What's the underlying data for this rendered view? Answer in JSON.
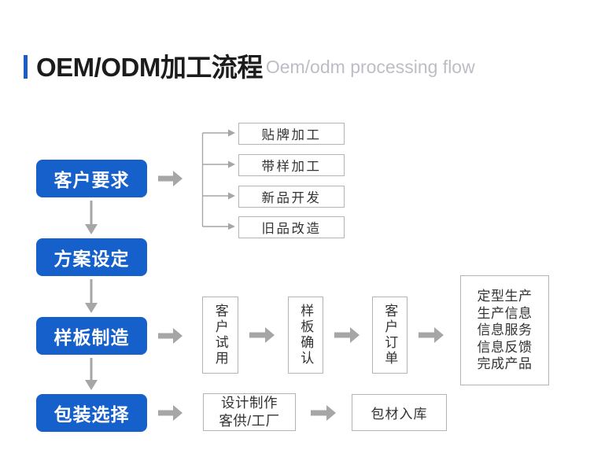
{
  "header": {
    "accent_color": "#1a5cc8",
    "title_cn": "OEM/ODM加工流程",
    "title_en": "Oem/odm processing flow"
  },
  "theme": {
    "blue": "#1560cb",
    "arrow_gray": "#a6a6a6",
    "box_border": "#b4b4b4",
    "text_dark": "#333333",
    "subtitle_gray": "#bdbdc6"
  },
  "flow": {
    "stages": [
      {
        "label": "客户要求"
      },
      {
        "label": "方案设定"
      },
      {
        "label": "样板制造"
      },
      {
        "label": "包装选择"
      }
    ],
    "branch_options": [
      {
        "label": "贴牌加工"
      },
      {
        "label": "带样加工"
      },
      {
        "label": "新品开发"
      },
      {
        "label": "旧品改造"
      }
    ],
    "sample_steps": [
      {
        "label": "客户试用"
      },
      {
        "label": "样板确认"
      },
      {
        "label": "客户订单"
      }
    ],
    "production_panel": {
      "lines": [
        "定型生产",
        "生产信息",
        "信息服务",
        "信息反馈",
        "完成产品"
      ]
    },
    "packaging_steps": [
      {
        "line1": "设计制作",
        "line2": "客供/工厂"
      },
      {
        "label": "包材入库"
      }
    ]
  }
}
